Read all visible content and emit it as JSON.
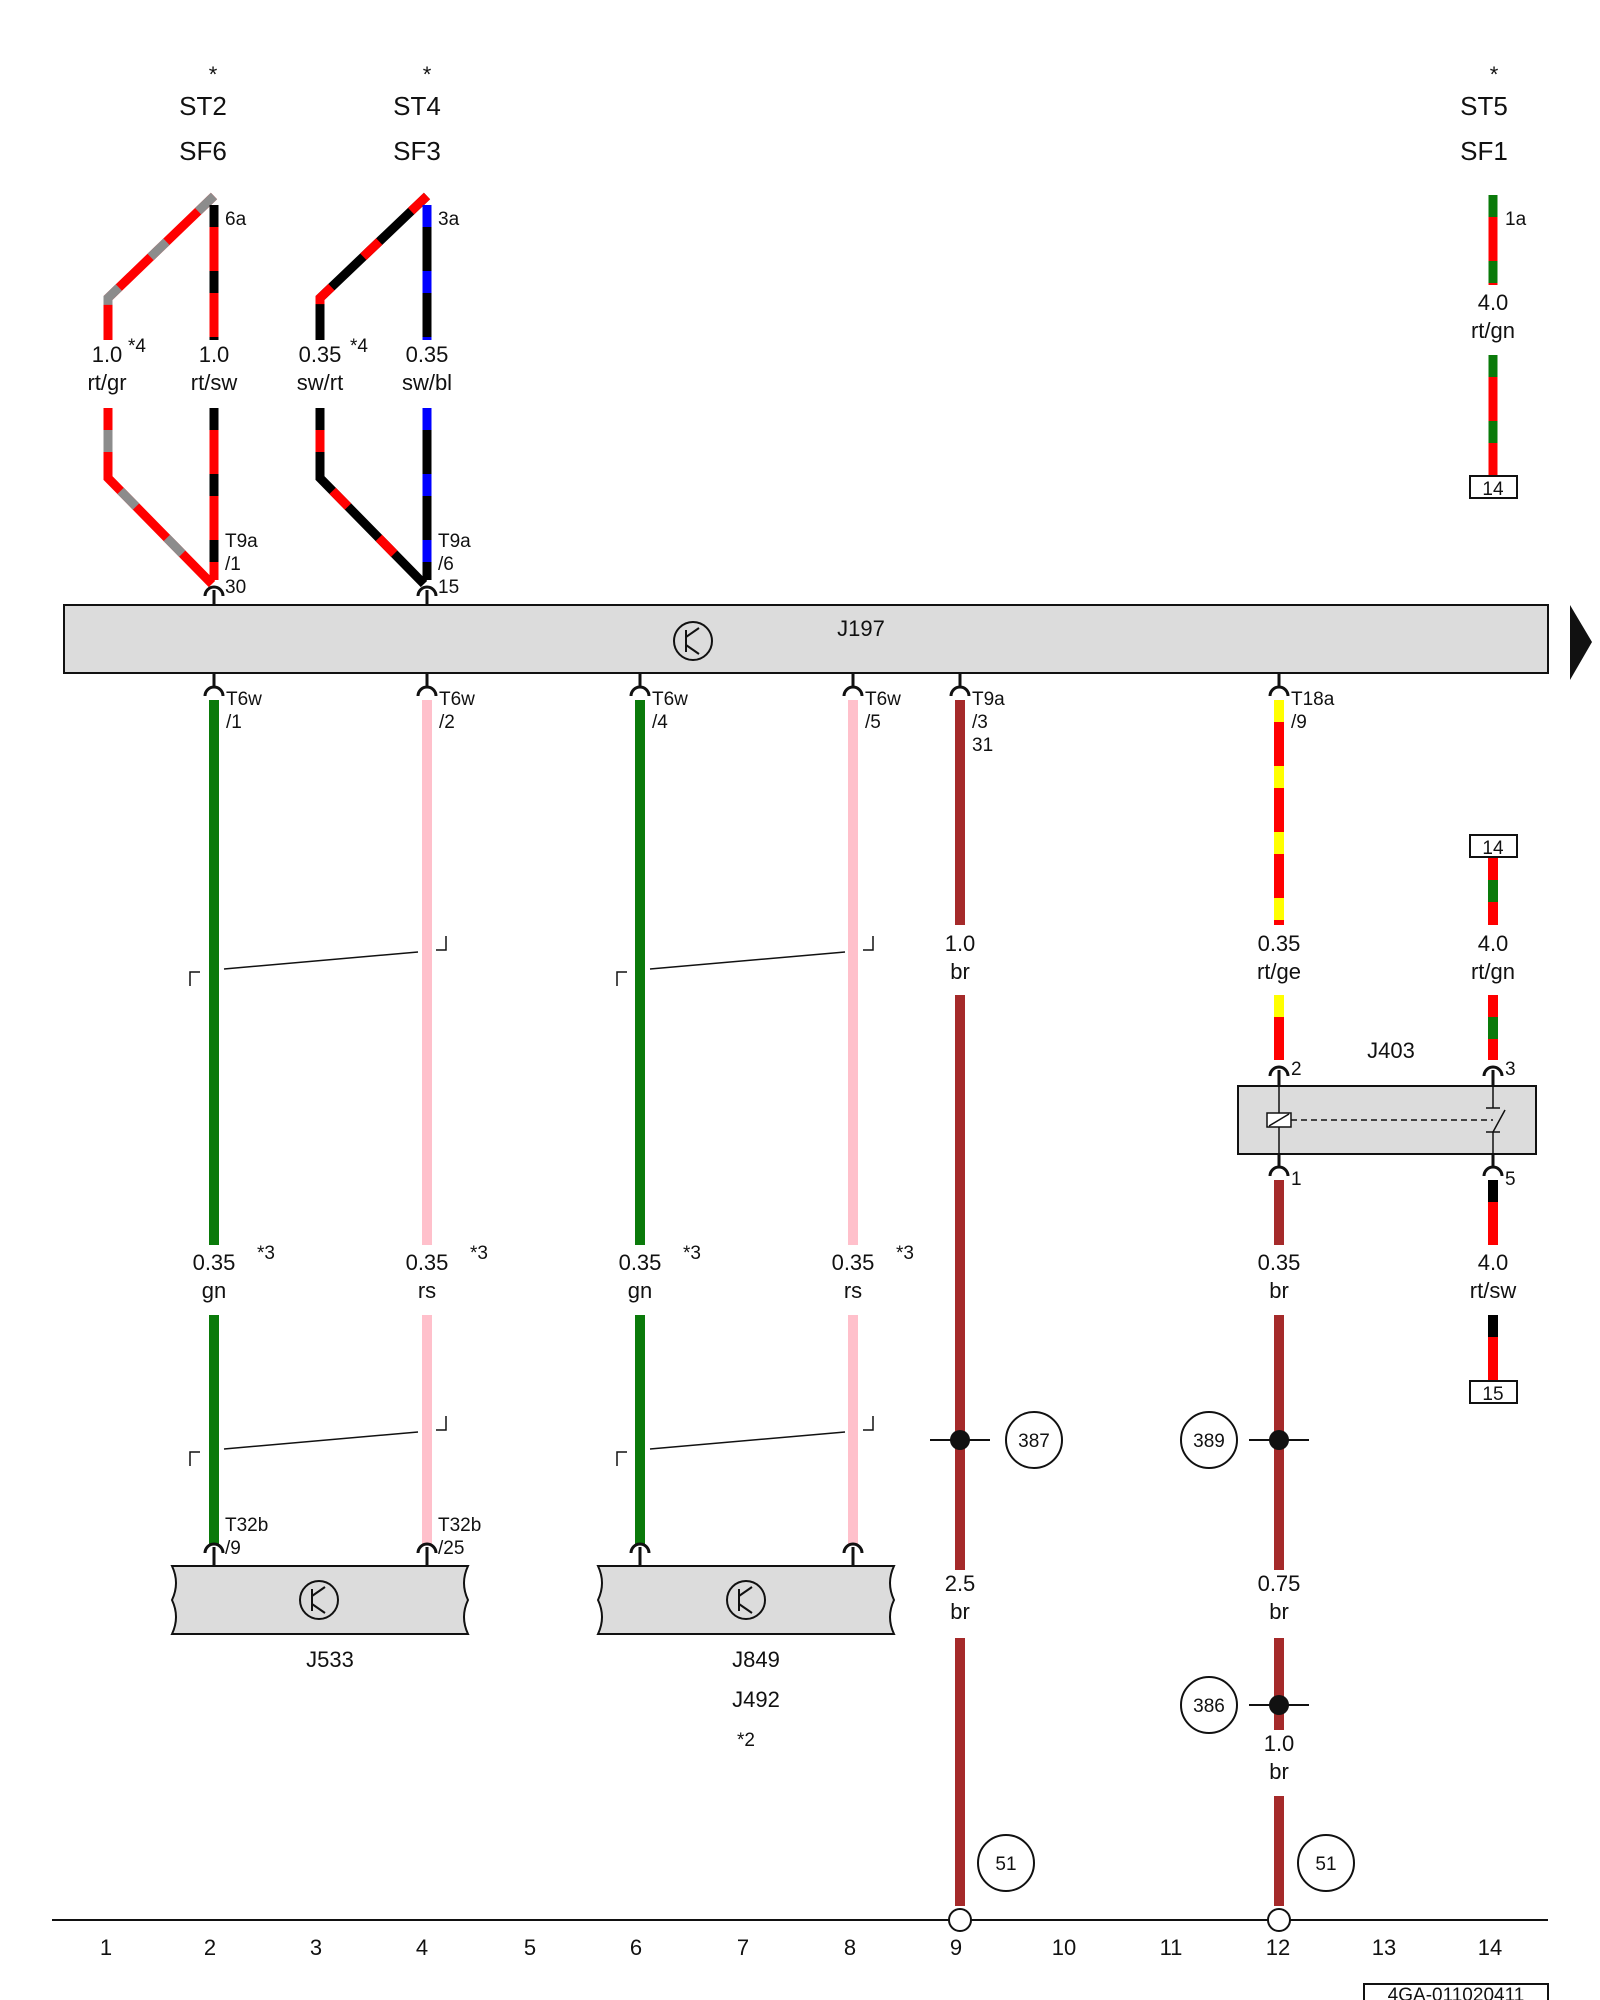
{
  "fuse_labels": [
    {
      "star": "*",
      "st": "ST2",
      "sf": "SF6"
    },
    {
      "star": "*",
      "st": "ST4",
      "sf": "SF3"
    },
    {
      "star": "*",
      "st": "ST5",
      "sf": "SF1"
    }
  ],
  "fuse_pins": [
    "6a",
    "3a",
    "1a"
  ],
  "top_wires": [
    {
      "size": "1.0",
      "note": "*4",
      "color": "rt/gr"
    },
    {
      "size": "1.0",
      "note": "",
      "color": "rt/sw"
    },
    {
      "size": "0.35",
      "note": "*4",
      "color": "sw/rt"
    },
    {
      "size": "0.35",
      "note": "",
      "color": "sw/bl"
    }
  ],
  "right_top_wire": {
    "size": "4.0",
    "color": "rt/gn"
  },
  "ref_boxes": [
    "14",
    "14",
    "15"
  ],
  "main_unit": {
    "name": "J197"
  },
  "top_connectors": [
    {
      "conn": "T9a",
      "pin": "/1",
      "term": "30"
    },
    {
      "conn": "T9a",
      "pin": "/6",
      "term": "15"
    }
  ],
  "bottom_connectors": [
    {
      "conn": "T6w",
      "pin": "/1",
      "term": ""
    },
    {
      "conn": "T6w",
      "pin": "/2",
      "term": ""
    },
    {
      "conn": "T6w",
      "pin": "/4",
      "term": ""
    },
    {
      "conn": "T6w",
      "pin": "/5",
      "term": ""
    },
    {
      "conn": "T9a",
      "pin": "/3",
      "term": "31"
    },
    {
      "conn": "T18a",
      "pin": "/9",
      "term": ""
    }
  ],
  "mid_wires": [
    {
      "size": "1.0",
      "color": "br"
    },
    {
      "size": "0.35",
      "color": "rt/ge"
    },
    {
      "size": "4.0",
      "color": "rt/gn"
    }
  ],
  "can_wires": [
    {
      "size": "0.35",
      "note": "*3",
      "color": "gn"
    },
    {
      "size": "0.35",
      "note": "*3",
      "color": "rs"
    },
    {
      "size": "0.35",
      "note": "*3",
      "color": "gn"
    },
    {
      "size": "0.35",
      "note": "*3",
      "color": "rs"
    }
  ],
  "relay": {
    "name": "J403",
    "pins": [
      "2",
      "3",
      "1",
      "5"
    ]
  },
  "relay_out_wires": [
    {
      "size": "0.35",
      "color": "br"
    },
    {
      "size": "4.0",
      "color": "rt/sw"
    }
  ],
  "lower_connectors": [
    {
      "conn": "T32b",
      "pin": "/9"
    },
    {
      "conn": "T32b",
      "pin": "/25"
    }
  ],
  "modules": [
    {
      "lines": [
        "J533"
      ]
    },
    {
      "lines": [
        "J849",
        "J492",
        "*2"
      ]
    }
  ],
  "ground_points": [
    "387",
    "389",
    "386",
    "51",
    "51"
  ],
  "ground_wires": [
    {
      "size": "2.5",
      "color": "br"
    },
    {
      "size": "0.75",
      "color": "br"
    },
    {
      "size": "1.0",
      "color": "br"
    }
  ],
  "grid_numbers": [
    "1",
    "2",
    "3",
    "4",
    "5",
    "6",
    "7",
    "8",
    "9",
    "10",
    "11",
    "12",
    "13",
    "14"
  ],
  "doc_code": "4GA-011020411",
  "colors": {
    "rt": "#ff0000",
    "sw": "#000000",
    "gr": "#8c8c8c",
    "bl": "#0000ff",
    "gn": "#0a7a0a",
    "rs": "#ffc0cb",
    "br": "#a52a2a",
    "ge": "#ffff00",
    "box": "#dcdcdc"
  }
}
